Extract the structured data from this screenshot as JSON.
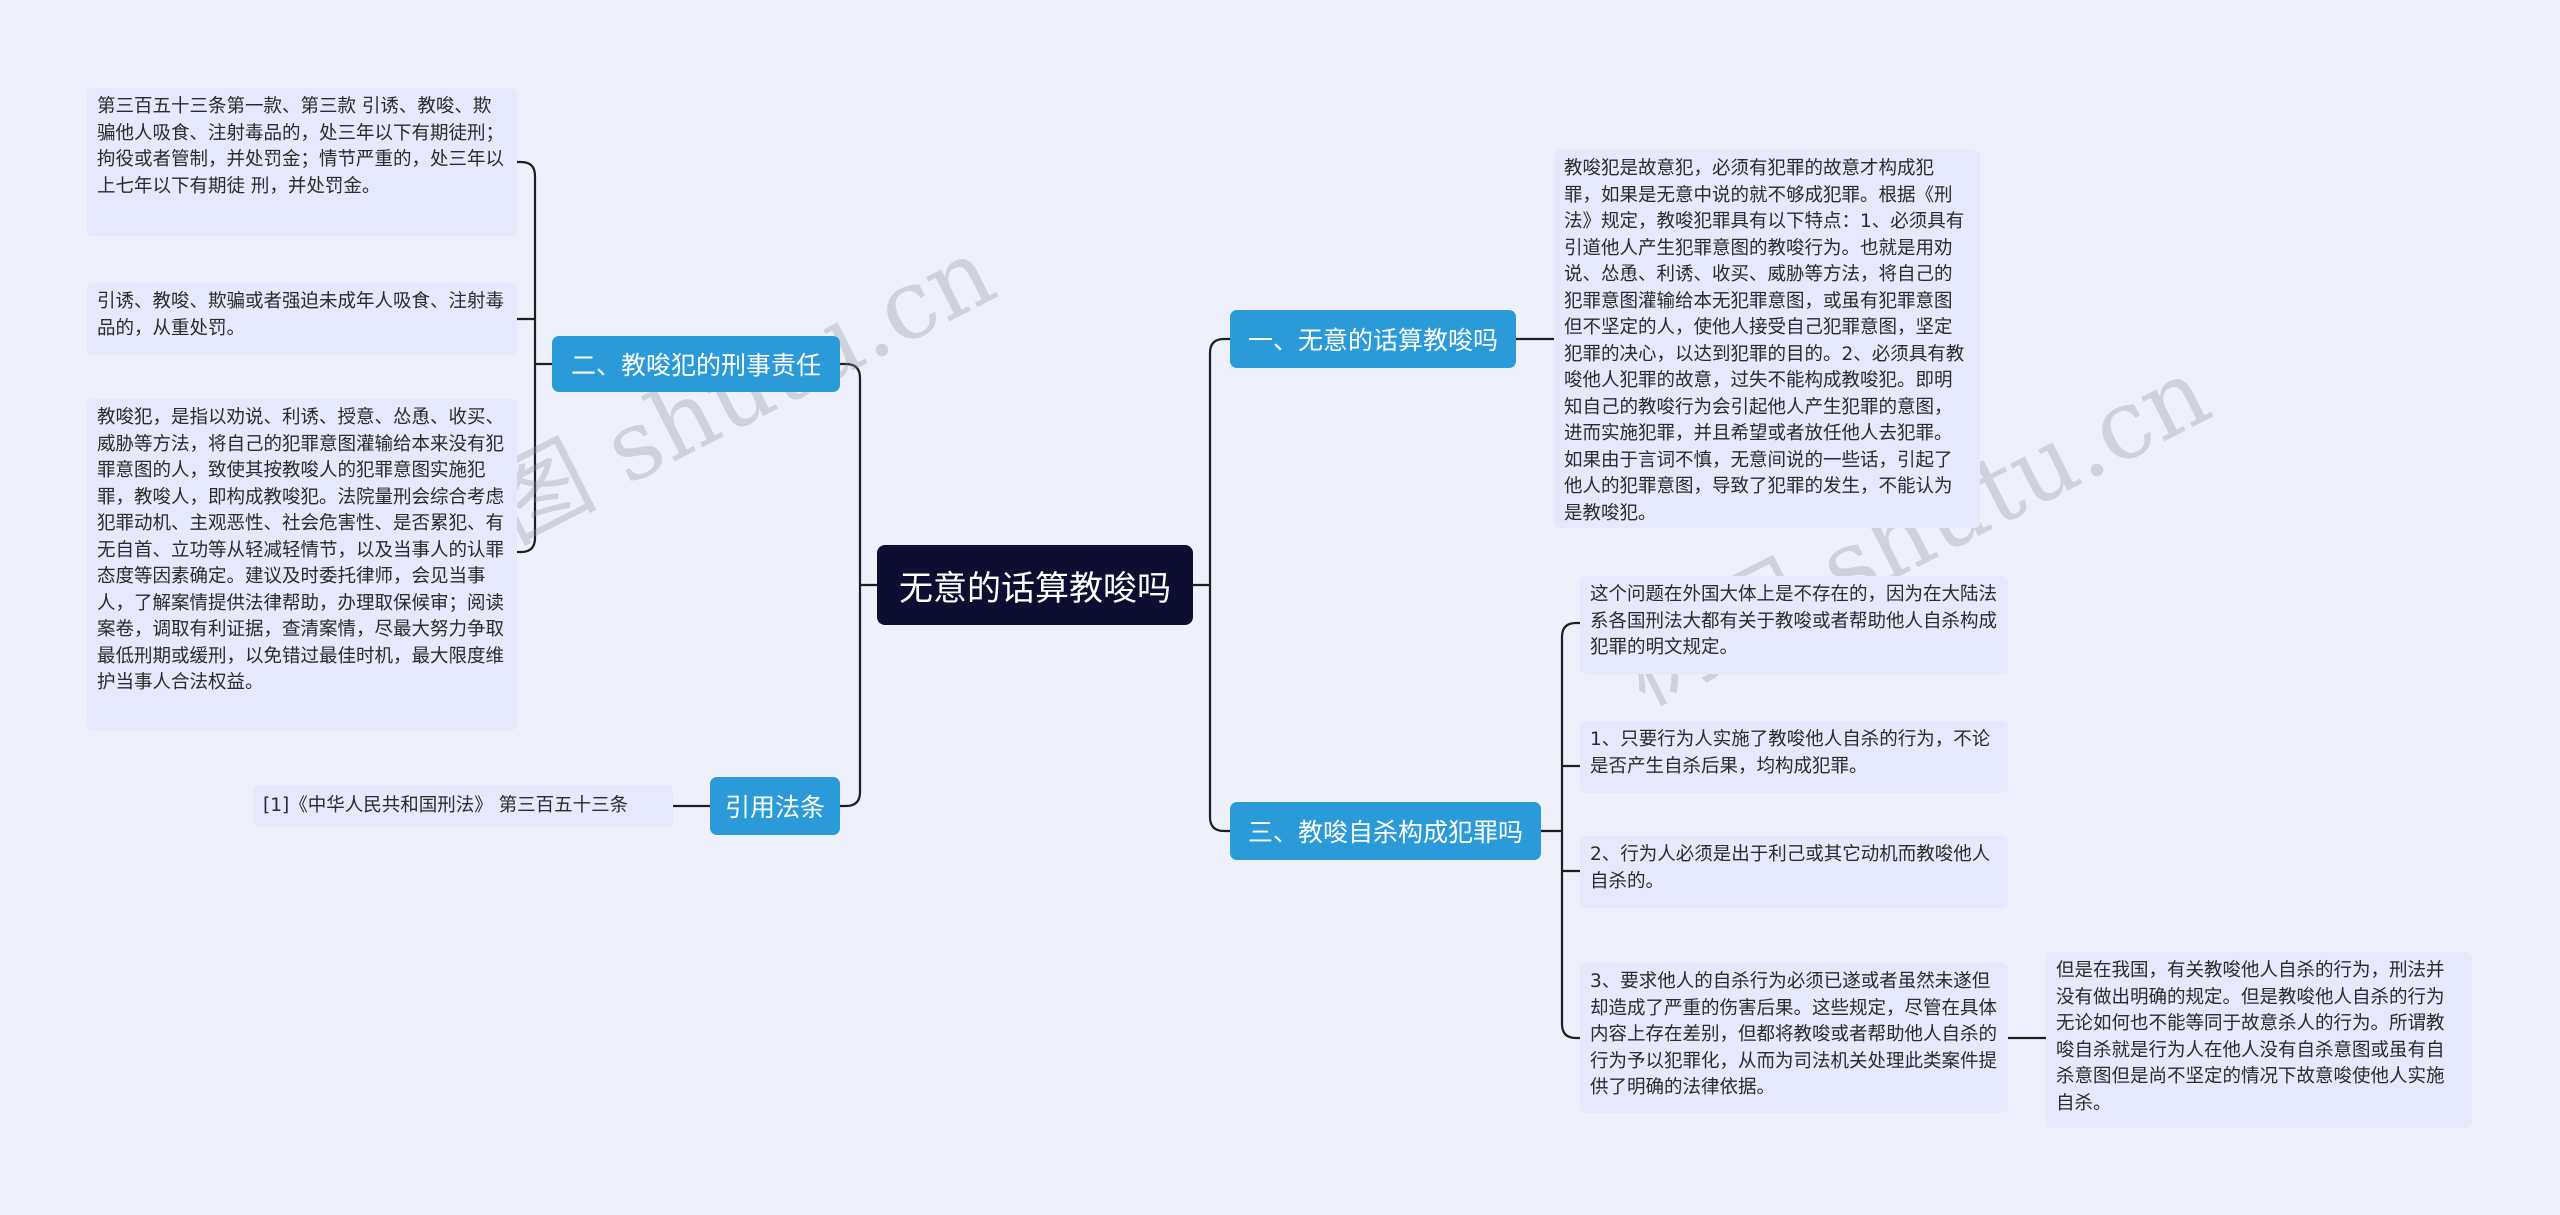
{
  "root": {
    "title": "无意的话算教唆吗"
  },
  "branches": {
    "criminal_liability": "二、教唆犯的刑事责任",
    "citation": "引用法条",
    "unintentional": "一、无意的话算教唆吗",
    "suicide": "三、教唆自杀构成犯罪吗"
  },
  "leaves": {
    "art353": "第三百五十三条第一款、第三款 引诱、教唆、欺骗他人吸食、注射毒品的，处三年以下有期徒刑；拘役或者管制，并处罚金；情节严重的，处三年以上七年以下有期徒 刑，并处罚金。",
    "minors": "引诱、教唆、欺骗或者强迫未成年人吸食、注射毒品的，从重处罚。",
    "instigator": "教唆犯，是指以劝说、利诱、授意、怂恿、收买、威胁等方法，将自己的犯罪意图灌输给本来没有犯罪意图的人，致使其按教唆人的犯罪意图实施犯罪，教唆人，即构成教唆犯。法院量刑会综合考虑犯罪动机、主观恶性、社会危害性、是否累犯、有无自首、立功等从轻减轻情节，以及当事人的认罪态度等因素确定。建议及时委托律师，会见当事人，了解案情提供法律帮助，办理取保候审；阅读案卷，调取有利证据，查清案情，尽最大努力争取最低刑期或缓刑，以免错过最佳时机，最大限度维护当事人合法权益。",
    "citation_ref": "[1]《中华人民共和国刑法》 第三百五十三条",
    "intent": "教唆犯是故意犯，必须有犯罪的故意才构成犯罪，如果是无意中说的就不够成犯罪。根据《刑法》规定，教唆犯罪具有以下特点：1、必须具有引道他人产生犯罪意图的教唆行为。也就是用劝说、怂恿、利诱、收买、威胁等方法，将自己的犯罪意图灌输给本无犯罪意图，或虽有犯罪意图但不坚定的人，使他人接受自己犯罪意图，坚定犯罪的决心，以达到犯罪的目的。2、必须具有教唆他人犯罪的故意，过失不能构成教唆犯。即明知自己的教唆行为会引起他人产生犯罪的意图，进而实施犯罪，并且希望或者放任他人去犯罪。如果由于言词不慎，无意间说的一些话，引起了他人的犯罪意图，导致了犯罪的发生，不能认为是教唆犯。",
    "foreign": "这个问题在外国大体上是不存在的，因为在大陆法系各国刑法大都有关于教唆或者帮助他人自杀构成犯罪的明文规定。",
    "cond1": "1、只要行为人实施了教唆他人自杀的行为，不论是否产生自杀后果，均构成犯罪。",
    "cond2": "2、行为人必须是出于利己或其它动机而教唆他人自杀的。",
    "cond3": "3、要求他人的自杀行为必须已遂或者虽然未遂但却造成了严重的伤害后果。这些规定，尽管在具体内容上存在差别，但都将教唆或者帮助他人自杀的行为予以犯罪化，从而为司法机关处理此类案件提供了明确的法律依据。",
    "china": "但是在我国，有关教唆他人自杀的行为，刑法并没有做出明确的规定。但是教唆他人自杀的行为无论如何也不能等同于故意杀人的行为。所谓教唆自杀就是行为人在他人没有自杀意图或虽有自杀意图但是尚不坚定的情况下故意唆使他人实施自杀。"
  },
  "watermarks": [
    "树图 shutu.cn",
    "树图 shutu.cn"
  ],
  "colors": {
    "background": "#eef1fb",
    "root": "#0e0e33",
    "branch": "#2a9bd8",
    "leaf": "#e5e9fb",
    "connector": "#1f1f1f"
  }
}
